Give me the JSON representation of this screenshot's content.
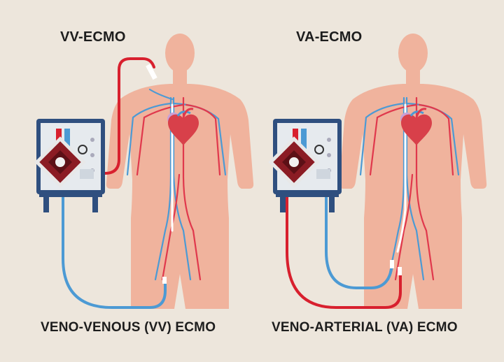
{
  "panels": [
    {
      "title": "VV-ECMO",
      "caption": "VENO-VENOUS (VV) ECMO"
    },
    {
      "title": "VA-ECMO",
      "caption": "VENO-ARTERIAL (VA) ECMO"
    }
  ],
  "colors": {
    "background": "#ede6dc",
    "body": "#f0b39d",
    "vein": "#4c9ad4",
    "artery": "#e0384c",
    "heart": "#d8404a",
    "machine_frame": "#2f4f7f",
    "oxygenator": "#8b1c24"
  },
  "icons": [
    "human-body-icon",
    "heart-icon",
    "ecmo-machine-icon",
    "oxygenator-icon",
    "cannula-icon"
  ]
}
